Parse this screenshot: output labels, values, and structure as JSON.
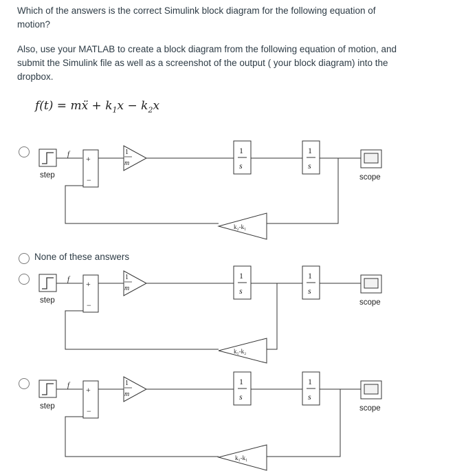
{
  "question": {
    "line1": "Which of the answers is the correct Simulink block diagram for the following equation of motion?",
    "line2": "Also, use your MATLAB to create a block diagram from the following equation of motion, and submit the Simulink file as well as a screenshot of the output ( your block diagram) into the dropbox."
  },
  "equation": {
    "lhs": "f(t) = m",
    "xdd": "ẍ",
    "plus": " + k",
    "sub1": "1",
    "x1": "x − k",
    "sub2": "2",
    "x2": "x"
  },
  "options": [
    {
      "step_label": "step",
      "f_label": "f",
      "plus": "+",
      "minus": "−",
      "gain_num": "1",
      "gain_den": "m",
      "int_num": "1",
      "int_den": "s",
      "scope_label": "scope",
      "feedback_gain": "k₂-k₁"
    },
    {
      "text": "None of these answers"
    },
    {
      "step_label": "step",
      "f_label": "f",
      "plus": "+",
      "minus": "−",
      "gain_num": "1",
      "gain_den": "m",
      "int_num": "1",
      "int_den": "s",
      "scope_label": "scope",
      "feedback_gain": "k₁-k₂"
    },
    {
      "step_label": "step",
      "f_label": "f",
      "plus": "+",
      "minus": "−",
      "gain_num": "1",
      "gain_den": "m",
      "int_num": "1",
      "int_den": "s",
      "scope_label": "scope",
      "feedback_gain": "k₁-k₁"
    }
  ]
}
